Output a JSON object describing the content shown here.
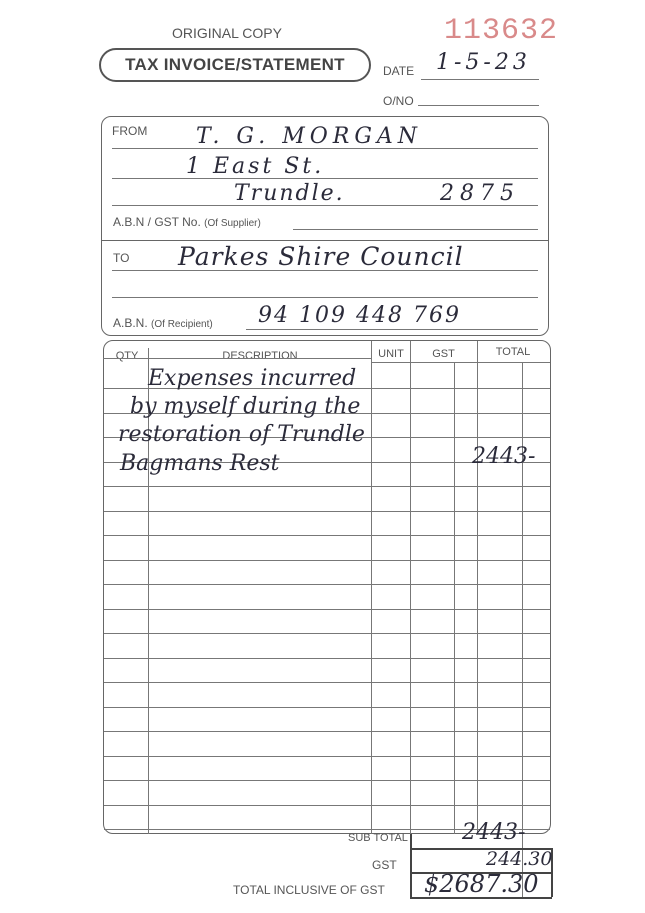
{
  "header": {
    "original_copy": "ORIGINAL COPY",
    "title": "TAX INVOICE/STATEMENT",
    "serial_number": "113632",
    "date_label": "DATE",
    "date_value": "1-5-23",
    "ono_label": "O/NO"
  },
  "from_block": {
    "label": "FROM",
    "line1": "T. G. MORGAN",
    "line2": "1 East St.",
    "line3": "Trundle.",
    "postcode": "2875",
    "abn_label": "A.B.N / GST No.",
    "abn_sub": "(Of Supplier)"
  },
  "to_block": {
    "label": "TO",
    "recipient": "Parkes Shire Council",
    "abn_label": "A.B.N.",
    "abn_sub": "(Of Recipient)",
    "abn_value": "94 109 448 769"
  },
  "table": {
    "columns": [
      "QTY",
      "DESCRIPTION",
      "UNIT",
      "GST",
      "TOTAL"
    ],
    "description_lines": [
      "Expenses incurred",
      "by myself during the",
      "restoration of Trundle",
      "Bagmans Rest"
    ],
    "line_total": "2443-"
  },
  "totals": {
    "subtotal_label": "SUB TOTAL",
    "subtotal_value": "2443-",
    "gst_label": "GST",
    "gst_value": "244.30",
    "total_label": "TOTAL INCLUSIVE OF GST",
    "total_value": "$2687.30"
  },
  "colors": {
    "ink": "#2b2b3a",
    "print": "#4a4a4a",
    "serial": "#d98a8a",
    "paper": "#ffffff"
  }
}
